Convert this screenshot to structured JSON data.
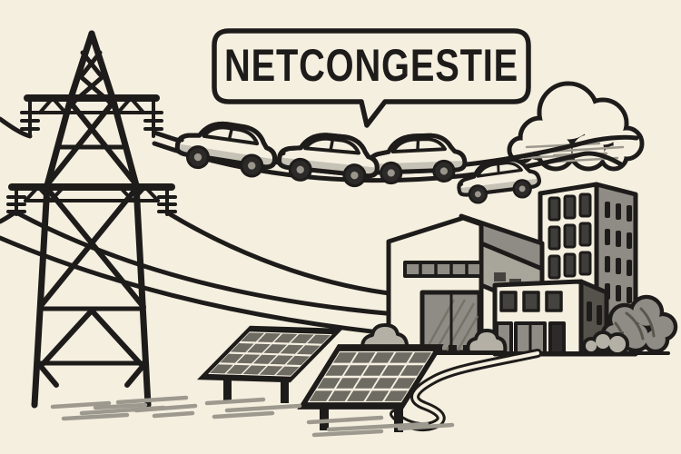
{
  "bubble": {
    "text": "NETCONGESTIE"
  },
  "scene": {
    "elements": [
      "transmission-tower",
      "power-lines",
      "traffic-jam-of-cars-on-power-line",
      "speech-bubble",
      "cloud",
      "warehouse",
      "apartment-building",
      "small-office-building",
      "solar-panels",
      "connection-cable",
      "bushes",
      "ground-shadows"
    ],
    "car_count": 4,
    "solar_panel_count": 2
  },
  "colors": {
    "background": "#f5efe0",
    "ink": "#1e1c1a",
    "grey_light": "#b9b5aa",
    "grey_mid": "#8f8c85",
    "grey_dark": "#55524c",
    "shadow_hatch": "#9d998e"
  }
}
